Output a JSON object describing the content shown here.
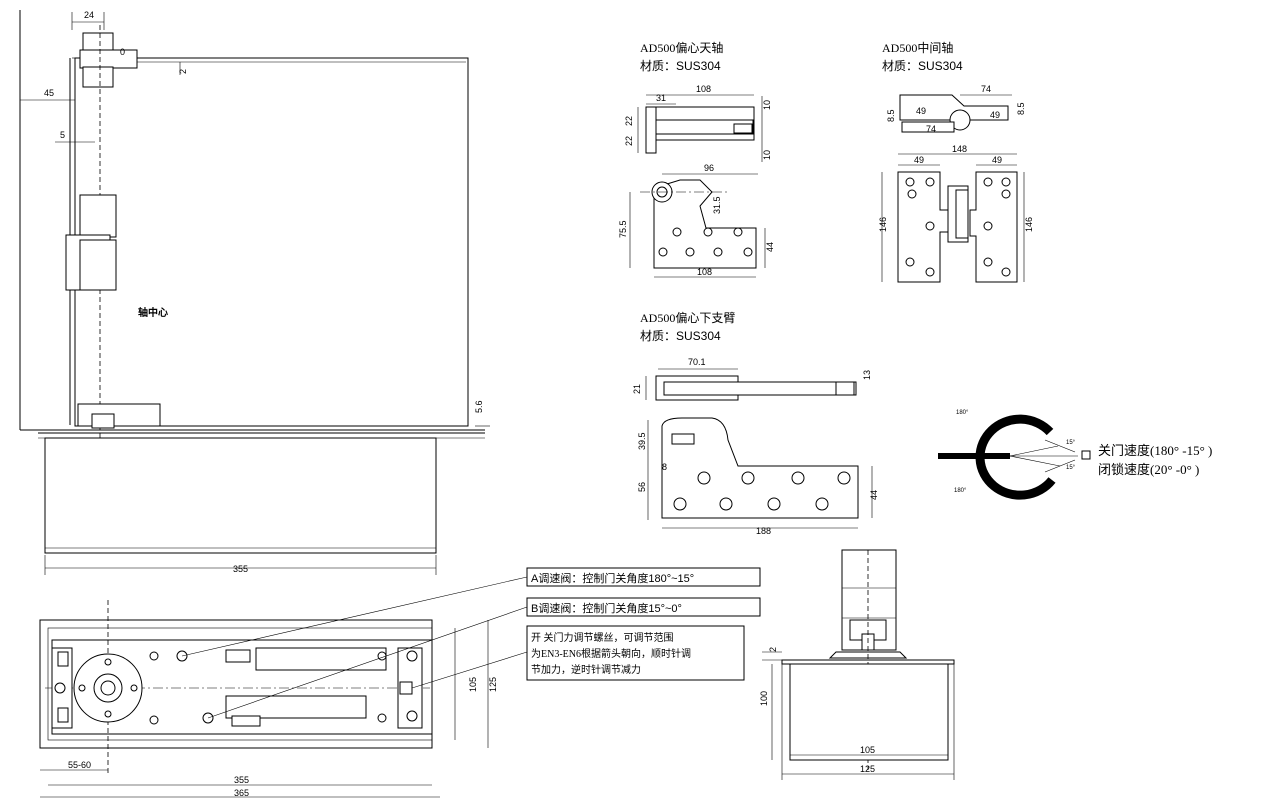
{
  "door_plan": {
    "axis_center_label": "轴中心",
    "dims": {
      "d24": "24",
      "d0": "0",
      "d2": "2",
      "d45": "45",
      "d5": "5",
      "d5_6": "5.6",
      "d355": "355"
    }
  },
  "parts": {
    "top_pivot": {
      "title": "AD500偏心天轴",
      "material": "材质：SUS304",
      "dims": {
        "d108a": "108",
        "d31": "31",
        "d10a": "10",
        "d22a": "22",
        "d22b": "22",
        "d10b": "10",
        "d96": "96",
        "d31_5": "31.5",
        "d75_5": "75.5",
        "d44": "44",
        "d108b": "108"
      }
    },
    "middle_pivot": {
      "title": "AD500中间轴",
      "material": "材质：SUS304",
      "dims": {
        "d74a": "74",
        "d8_5a": "8.5",
        "d49a": "49",
        "d49b": "49",
        "d74b": "74",
        "d8_5b": "8.5",
        "d148": "148",
        "d49c": "49",
        "d49d": "49",
        "d146a": "146",
        "d146b": "146"
      }
    },
    "bottom_arm": {
      "title": "AD500偏心下支臂",
      "material": "材质：SUS304",
      "dims": {
        "d70_1": "70.1",
        "d13": "13",
        "d21": "21",
        "d39_5": "39.5",
        "d8": "8",
        "d56": "56",
        "d44": "44",
        "d188": "188"
      }
    }
  },
  "speed_diagram": {
    "close_speed": "关门速度(180° -15° )",
    "latch_speed": "闭锁速度(20° -0° )",
    "a180top": "180°",
    "a180bot": "180°",
    "a15top": "15°",
    "a15bot": "15°"
  },
  "callouts": {
    "a": "A调速阀：控制门关角度180°~15°",
    "b": "B调速阀：控制门关角度15°~0°",
    "c_lines": [
      "开  关门力调节螺丝，可调节范围",
      "为EN3-EN6根据箭头朝向，顺时针调",
      "节加力，逆时针调节减力"
    ]
  },
  "closer_plan": {
    "dims": {
      "d105": "105",
      "d125": "125",
      "d55_60": "55-60",
      "d355": "355",
      "d365": "365"
    }
  },
  "closer_section": {
    "dims": {
      "d2": "2",
      "d100": "100",
      "d105": "105",
      "d125": "125"
    }
  }
}
